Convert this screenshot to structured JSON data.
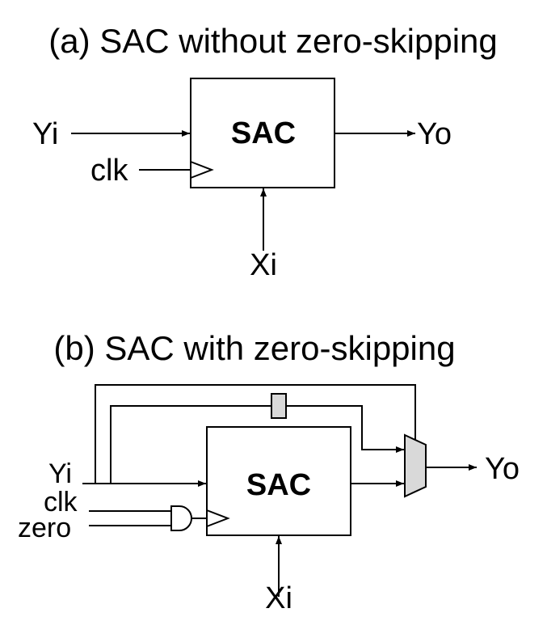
{
  "panel_a": {
    "title": "(a) SAC without zero-skipping",
    "block_label": "SAC",
    "input_y": "Yi",
    "input_clk": "clk",
    "input_x": "Xi",
    "output_y": "Yo"
  },
  "panel_b": {
    "title": "(b) SAC with zero-skipping",
    "block_label": "SAC",
    "input_y": "Yi",
    "input_clk": "clk",
    "input_zero": "zero",
    "input_x": "Xi",
    "output_y": "Yo"
  }
}
